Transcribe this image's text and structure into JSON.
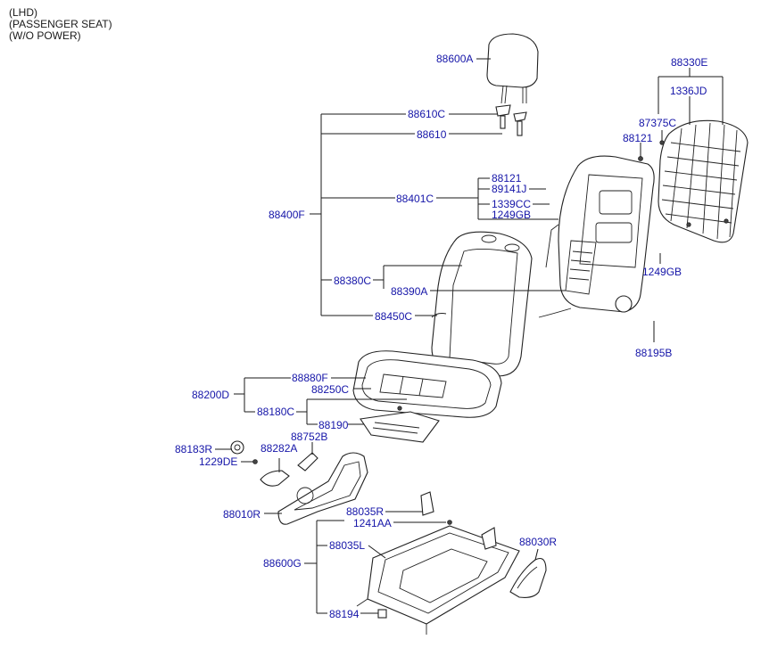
{
  "header": {
    "line1": "(LHD)",
    "line2": "(PASSENGER SEAT)",
    "line3": "(W/O POWER)"
  },
  "labels": {
    "p88600A": "88600A",
    "p88610C": "88610C",
    "p88610": "88610",
    "p88400F": "88400F",
    "p88401C": "88401C",
    "p88121a": "88121",
    "p89141J": "89141J",
    "p1339CC": "1339CC",
    "p1249GBa": "1249GB",
    "p88380C": "88380C",
    "p88390A": "88390A",
    "p88450C": "88450C",
    "p88330E": "88330E",
    "p1336JD": "1336JD",
    "p87375C": "87375C",
    "p88121b": "88121",
    "p1249GBb": "1249GB",
    "p88195B": "88195B",
    "p88880F": "88880F",
    "p88250C": "88250C",
    "p88200D": "88200D",
    "p88180C": "88180C",
    "p88190": "88190",
    "p88752B": "88752B",
    "p88183R": "88183R",
    "p88282A": "88282A",
    "p1229DE": "1229DE",
    "p88010R": "88010R",
    "p88035R": "88035R",
    "p1241AA": "1241AA",
    "p88035L": "88035L",
    "p88600G": "88600G",
    "p88194": "88194",
    "p88030R": "88030R"
  }
}
